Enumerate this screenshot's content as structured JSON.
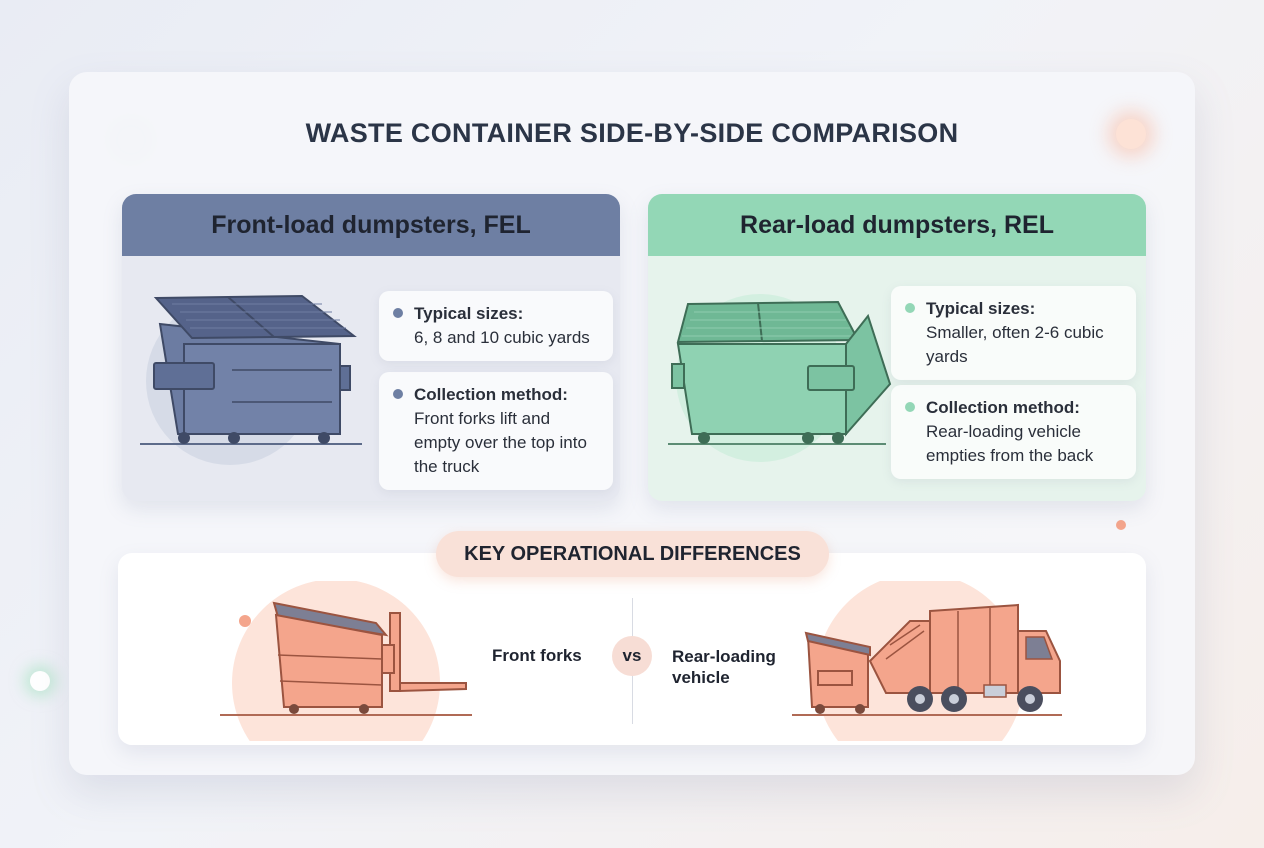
{
  "title": "WASTE CONTAINER SIDE-BY-SIDE COMPARISON",
  "colors": {
    "fel_accent": "#6e7fa3",
    "rel_accent": "#93d7b6",
    "bottom_accent": "#f4a58c",
    "title_text": "#2b3547"
  },
  "fel": {
    "header": "Front-load dumpsters, FEL",
    "icon": "front-load-dumpster-icon",
    "sizes_label": "Typical sizes:",
    "sizes_value": "6, 8 and 10 cubic yards",
    "method_label": "Collection method:",
    "method_value": "Front forks lift and empty over the top into the truck"
  },
  "rel": {
    "header": "Rear-load dumpsters, REL",
    "icon": "rear-load-dumpster-icon",
    "sizes_label": "Typical sizes:",
    "sizes_value": "Smaller, often 2-6 cubic yards",
    "method_label": "Collection method:",
    "method_value": "Rear-loading vehicle empties from the back"
  },
  "differences": {
    "title": "KEY OPERATIONAL DIFFERENCES",
    "left_label": "Front forks",
    "vs": "vs",
    "right_label": "Rear-loading vehicle",
    "left_icon": "front-forks-dumpster-icon",
    "right_icon": "rear-loading-truck-icon"
  }
}
